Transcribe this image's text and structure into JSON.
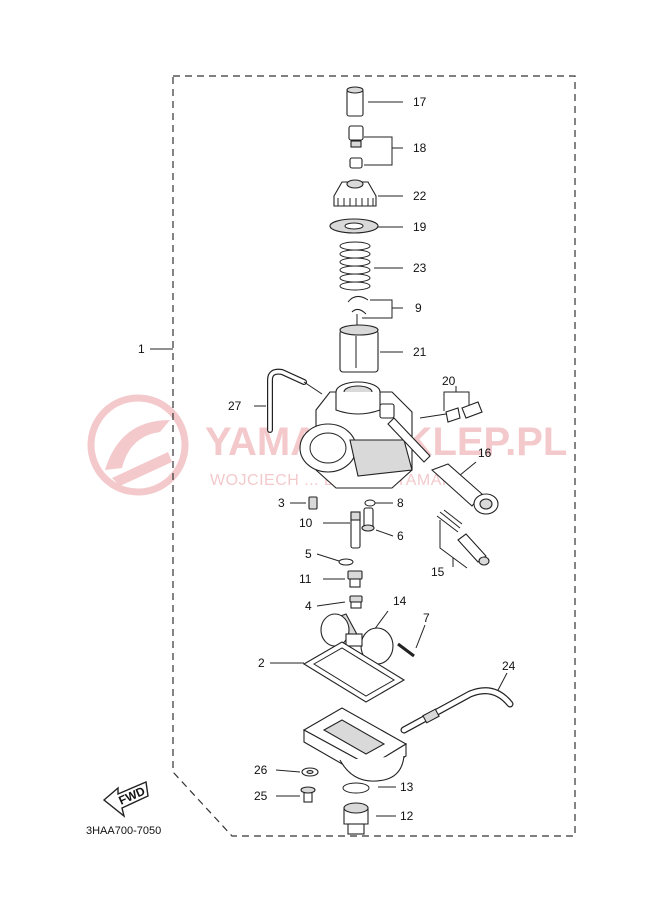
{
  "diagram": {
    "code": "3HAA700-7050",
    "fwd_label": "FWD",
    "watermark": {
      "line1": "YAMAHASKLEP.PL",
      "line2": "WOJCIECH ... DEALER YAMAHA"
    },
    "parts": [
      {
        "ref": "1"
      },
      {
        "ref": "2"
      },
      {
        "ref": "3"
      },
      {
        "ref": "4"
      },
      {
        "ref": "5"
      },
      {
        "ref": "6"
      },
      {
        "ref": "7"
      },
      {
        "ref": "8"
      },
      {
        "ref": "9"
      },
      {
        "ref": "10"
      },
      {
        "ref": "11"
      },
      {
        "ref": "12"
      },
      {
        "ref": "13"
      },
      {
        "ref": "14"
      },
      {
        "ref": "15"
      },
      {
        "ref": "16"
      },
      {
        "ref": "17"
      },
      {
        "ref": "18"
      },
      {
        "ref": "19"
      },
      {
        "ref": "20"
      },
      {
        "ref": "21"
      },
      {
        "ref": "22"
      },
      {
        "ref": "23"
      },
      {
        "ref": "24"
      },
      {
        "ref": "25"
      },
      {
        "ref": "26"
      },
      {
        "ref": "27"
      }
    ]
  }
}
